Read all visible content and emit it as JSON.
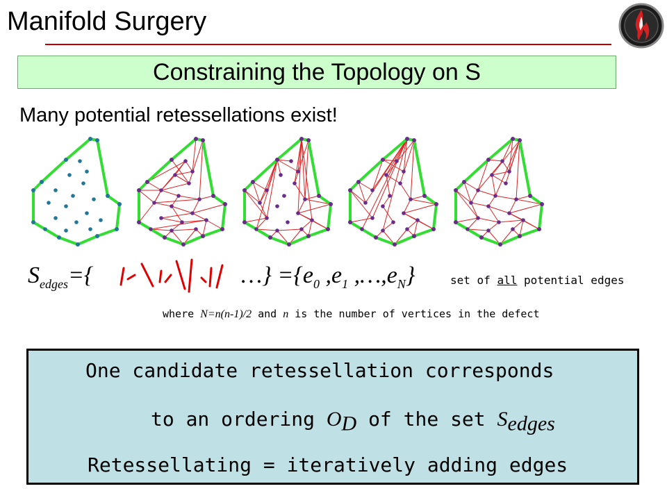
{
  "header": {
    "title": "Manifold Surgery",
    "logo_icon": "fire-logo-icon"
  },
  "subtitle": "Constraining the Topology on S",
  "intro": "Many potential retessellations exist!",
  "meshes": {
    "count": 5,
    "boundary_color": "#33dd33",
    "vertex_color": "#6a2c8a",
    "edge_color": "#dd2222",
    "first_vertex_color": "#227799"
  },
  "equation": {
    "s": "S",
    "s_sub": "edges",
    "eq_open": "={",
    "ellipsis_close": "…}",
    "eq_open2": "={",
    "e": "e",
    "sub0": "0",
    "comma1": ",",
    "sub1": "1",
    "dots": ",…,",
    "subN": "N",
    "close": "}"
  },
  "set_description": {
    "pre": "set of ",
    "all": "all",
    "post": " potential edges"
  },
  "where_note": {
    "w1": "where ",
    "formula": "N=n(n-1)/2",
    "w2": " and ",
    "n": "n",
    "w3": " is the number of vertices in the defect"
  },
  "candidate_box": {
    "line1": "One candidate retessellation corresponds",
    "line2_pre": "to an ordering ",
    "o": "O",
    "o_sub": "D",
    "line2_mid": " of the set ",
    "s": "S",
    "s_sub": "edges",
    "line3": "Retessellating  =  iteratively adding edges"
  }
}
